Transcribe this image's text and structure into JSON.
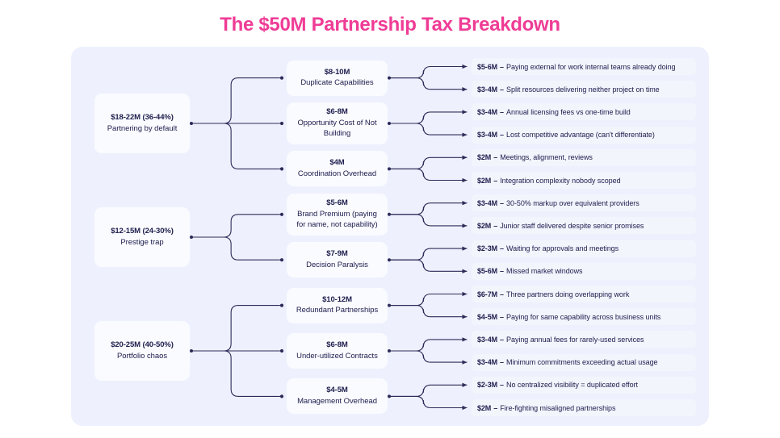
{
  "header": {
    "title": "The $50M Partnership Tax Breakdown",
    "title_color": "#ef3c96"
  },
  "theme": {
    "panel_bg": "#eef1fd",
    "card_bg": "#fafbff",
    "leaf_bg": "#f3f5fd",
    "text_color": "#20204f",
    "connector_color": "#2d2a58"
  },
  "diagram": {
    "type": "tree",
    "orientation": "left-to-right",
    "levels": 3,
    "branches": [
      {
        "amount": "$18-22M (36-44%)",
        "label": "Partnering by default",
        "children": [
          {
            "amount": "$8-10M",
            "label": "Duplicate Capabilities",
            "leaves": [
              {
                "amount": "$5-6M",
                "dash": "–",
                "text": "Paying external for work internal teams already doing"
              },
              {
                "amount": "$3-4M",
                "dash": "–",
                "text": "Split resources delivering neither project on time"
              }
            ]
          },
          {
            "amount": "$6-8M",
            "label": "Opportunity Cost of Not Building",
            "leaves": [
              {
                "amount": "$3-4M",
                "dash": "–",
                "text": "Annual licensing fees vs one-time build"
              },
              {
                "amount": "$3-4M",
                "dash": "–",
                "text": "Lost competitive advantage (can't differentiate)"
              }
            ]
          },
          {
            "amount": "$4M",
            "label": "Coordination Overhead",
            "leaves": [
              {
                "amount": "$2M",
                "dash": "–",
                "text": "Meetings, alignment, reviews"
              },
              {
                "amount": "$2M",
                "dash": "–",
                "text": "Integration complexity nobody scoped"
              }
            ]
          }
        ]
      },
      {
        "amount": "$12-15M (24-30%)",
        "label": "Prestige trap",
        "children": [
          {
            "amount": "$5-6M",
            "label": "Brand Premium (paying for name, not capability)",
            "leaves": [
              {
                "amount": "$3-4M",
                "dash": "–",
                "text": "30-50% markup over equivalent providers"
              },
              {
                "amount": "$2M",
                "dash": "–",
                "text": "Junior staff delivered despite senior promises"
              }
            ]
          },
          {
            "amount": "$7-9M",
            "label": "Decision Paralysis",
            "leaves": [
              {
                "amount": "$2-3M",
                "dash": "–",
                "text": "Waiting for approvals and meetings"
              },
              {
                "amount": "$5-6M",
                "dash": "–",
                "text": "Missed market windows"
              }
            ]
          }
        ]
      },
      {
        "amount": "$20-25M (40-50%)",
        "label": "Portfolio chaos",
        "children": [
          {
            "amount": "$10-12M",
            "label": "Redundant Partnerships",
            "leaves": [
              {
                "amount": "$6-7M",
                "dash": "–",
                "text": "Three partners doing overlapping work"
              },
              {
                "amount": "$4-5M",
                "dash": "–",
                "text": "Paying for same capability across business units"
              }
            ]
          },
          {
            "amount": "$6-8M",
            "label": "Under-utilized Contracts",
            "leaves": [
              {
                "amount": "$3-4M",
                "dash": "–",
                "text": "Paying annual fees for rarely-used services"
              },
              {
                "amount": "$3-4M",
                "dash": "–",
                "text": "Minimum commitments exceeding actual usage"
              }
            ]
          },
          {
            "amount": "$4-5M",
            "label": "Management Overhead",
            "leaves": [
              {
                "amount": "$2-3M",
                "dash": "–",
                "text": "No centralized visibility = duplicated effort"
              },
              {
                "amount": "$2M",
                "dash": "–",
                "text": "Fire-fighting misaligned partnerships"
              }
            ]
          }
        ]
      }
    ]
  }
}
